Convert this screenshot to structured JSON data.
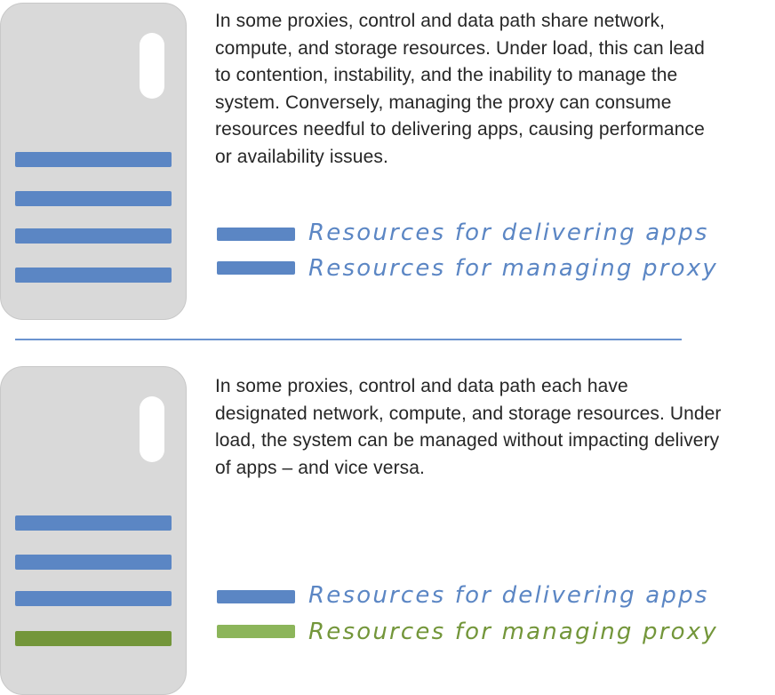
{
  "sections": [
    {
      "description": "In some proxies, control and data path share network, compute, and storage resources. Under load, this can lead to contention, instability, and the inability to manage the system. Conversely, managing the proxy can consume resources needful to delivering apps, causing performance or availability issues.",
      "legend": [
        {
          "label": "Resources for delivering apps",
          "color": "#5b86c4"
        },
        {
          "label": "Resources for managing proxy",
          "color": "#5b86c4"
        }
      ],
      "server_bars": [
        "#5b86c4",
        "#5b86c4",
        "#5b86c4",
        "#5b86c4"
      ]
    },
    {
      "description": "In some proxies, control and data path each have designated network, compute, and storage resources. Under load, the system can be managed without impacting delivery of apps – and vice versa.",
      "legend": [
        {
          "label": "Resources for delivering apps",
          "color": "#5b86c4"
        },
        {
          "label": "Resources for managing proxy",
          "color": "#8cb55a"
        }
      ],
      "server_bars": [
        "#5b86c4",
        "#5b86c4",
        "#5b86c4",
        "#73963a"
      ]
    }
  ]
}
